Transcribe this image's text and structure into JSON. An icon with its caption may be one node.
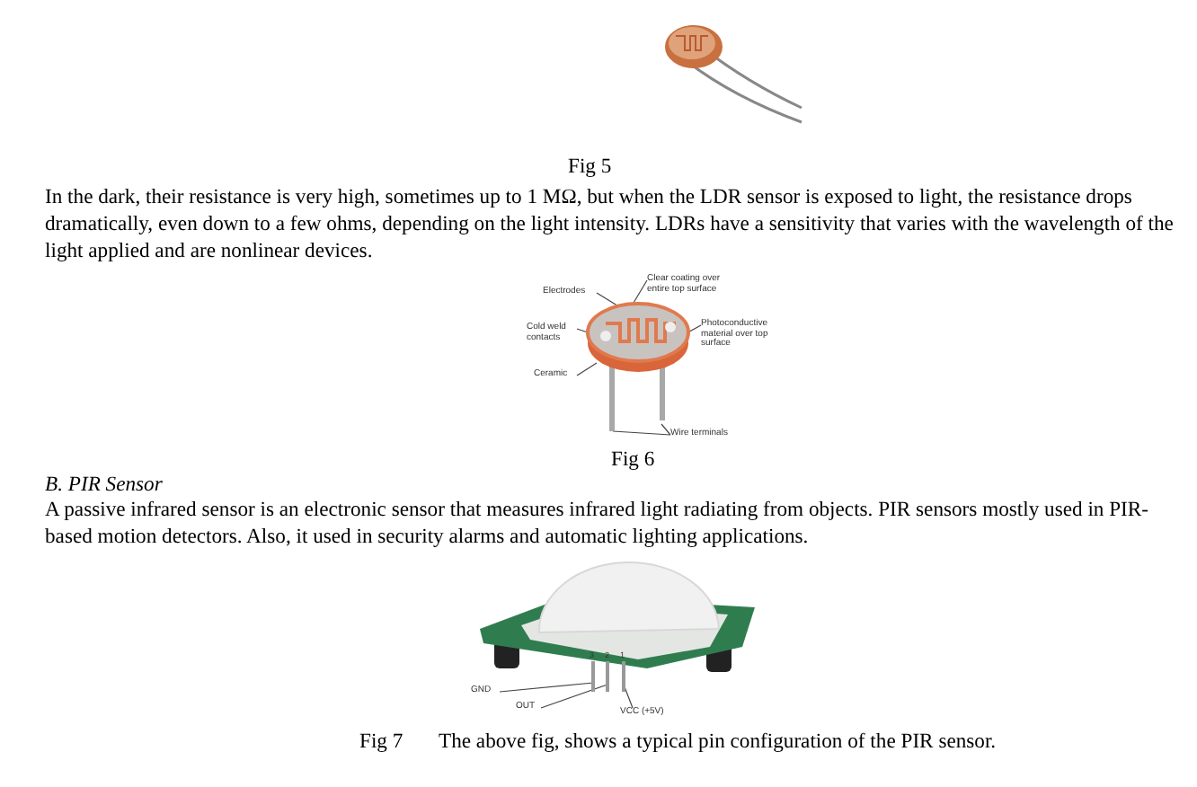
{
  "diagram": {
    "nodes": [
      {
        "text": [
          "Electrodes"
        ]
      },
      {
        "text": [
          "Cold weld contacts"
        ]
      },
      {
        "text": [
          "Ceramic"
        ]
      },
      {
        "text": [
          "Clear coating over entire top surface"
        ]
      },
      {
        "text": [
          "Photoconductive material over top surface"
        ]
      },
      {
        "text": [
          "Wire terminals"
        ]
      },
      {
        "text": [],
        "shape": "picture"
      },
      {
        "text": [
          "GND"
        ]
      },
      {
        "text": [
          "OUT"
        ]
      },
      {
        "text": [
          "VCC (+5V)"
        ]
      },
      {
        "text": [],
        "shape": "picture"
      }
    ],
    "edges": [
      {
        "from": 0,
        "to": 6,
        "arrow": "none"
      },
      {
        "from": 1,
        "to": 6,
        "arrow": "none"
      },
      {
        "from": 2,
        "to": 6,
        "arrow": "none"
      },
      {
        "from": 3,
        "to": 6,
        "arrow": "none"
      },
      {
        "from": 4,
        "to": 6,
        "arrow": "none"
      },
      {
        "from": 5,
        "to": 6,
        "arrow": "none"
      },
      {
        "from": 5,
        "to": 6,
        "arrow": "none"
      },
      {
        "from": 7,
        "to": 10,
        "arrow": "none"
      },
      {
        "from": 8,
        "to": 10,
        "arrow": "none"
      },
      {
        "from": 9,
        "to": 10,
        "arrow": "none"
      }
    ],
    "labels": [
      "Fig 5",
      "In the dark, their resistance is very high, sometimes up to 1 MΩ, but when the LDR sensor is exposed to light, the resistance drops dramatically, even down to a few ohms, depending on the light intensity. LDRs have a sensitivity that varies with the wavelength of the light applied and are nonlinear devices.",
      "Fig 6",
      "B.  PIR Sensor",
      "A passive infrared sensor is an electronic sensor that measures infrared light radiating from objects. PIR sensors mostly used in PIR-based motion detectors. Also, it used in security alarms and automatic lighting applications.",
      "3",
      "2",
      "1",
      "Fig 7",
      "The above fig, shows a typical pin configuration of the PIR sensor."
    ]
  }
}
